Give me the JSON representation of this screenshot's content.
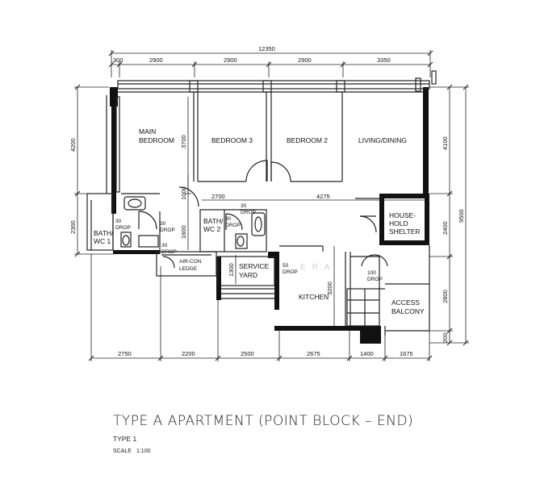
{
  "plan": {
    "rooms": {
      "main_bedroom": [
        "MAIN",
        "BEDROOM"
      ],
      "bedroom3": "BEDROOM 3",
      "bedroom2": "BEDROOM 2",
      "living": "LIVING/DINING",
      "household_shelter": [
        "HOUSE-",
        "HOLD",
        "SHELTER"
      ],
      "bath1": [
        "BATH/",
        "WC 1"
      ],
      "bath2": [
        "BATH/",
        "WC 2"
      ],
      "aircon": [
        "AIR-CON",
        "LEDGE"
      ],
      "service_yard": [
        "SERVICE",
        "YARD"
      ],
      "kitchen": "KITCHEN",
      "access_balcony": [
        "ACCESS",
        "BALCONY"
      ]
    },
    "drops": {
      "d1": [
        "30",
        "DROP"
      ],
      "d2": [
        "30",
        "DROP"
      ],
      "d3": [
        "30",
        "DROP"
      ],
      "d4": [
        "30",
        "DROP"
      ],
      "d5": [
        "30",
        "DROP"
      ],
      "d6": [
        "50",
        "DROP"
      ],
      "d7": [
        "100",
        "DROP"
      ]
    },
    "dims": {
      "overall_width": "12350",
      "top": [
        "300",
        "2900",
        "2900",
        "2900",
        "3350"
      ],
      "bottom": [
        "2750",
        "2200",
        "2500",
        "2675",
        "1400",
        "1675"
      ],
      "left": [
        "4200",
        "2300"
      ],
      "right": [
        "4100",
        "2400",
        "2800",
        "200"
      ],
      "overall_height": "9500",
      "inner": {
        "d3700": "3700",
        "d1000": "1000",
        "d1600": "1600",
        "d2700": "2700",
        "d4275": "4275",
        "d1300": "1300",
        "d3200": "3200"
      }
    }
  },
  "title": "TYPE A APARTMENT (POINT BLOCK – END)",
  "type": "TYPE 1",
  "scale_label": "SCALE",
  "scale_value": "1:100",
  "watermark": "ERA"
}
